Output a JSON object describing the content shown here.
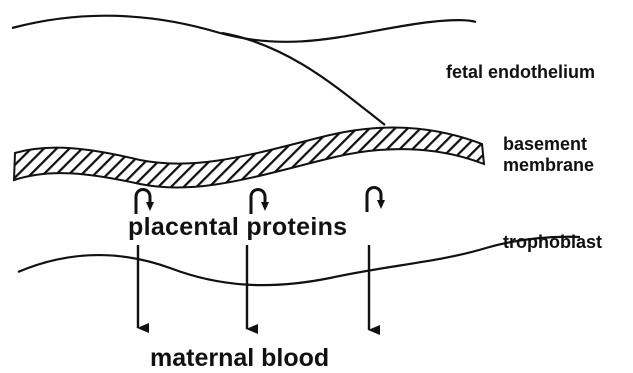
{
  "diagram": {
    "labels": {
      "fetal_endothelium": "fetal endothelium",
      "basement_membrane": "basement\nmembrane",
      "basement_line1": "basement",
      "basement_line2": "membrane",
      "trophoblast": "trophoblast",
      "placental_proteins": "placental proteins",
      "maternal_blood": "maternal blood"
    },
    "colors": {
      "ink": "#111111",
      "background": "#ffffff"
    }
  }
}
